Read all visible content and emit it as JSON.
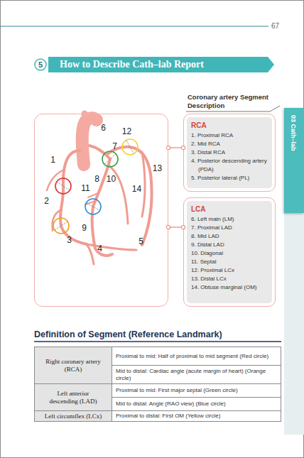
{
  "diagram": {
    "nodes": [
      {
        "text": [
          "5"
        ]
      },
      {
        "text": [
          "How to Describe Cath–lab Report"
        ]
      },
      {
        "text": [
          "03 Cath–lab"
        ]
      },
      {
        "text": [
          "1",
          "2",
          "3",
          "4",
          "5",
          "6",
          "7",
          "8",
          "9",
          "10",
          "11",
          "12",
          "13",
          "14"
        ]
      },
      {
        "text": [
          "RCA",
          "1. Proximal RCA",
          "2. Mid RCA",
          "3. Distal RCA",
          "4. Posterior descending artery (PDA)",
          "5. Posterior lateral (PL)"
        ]
      },
      {
        "text": [
          "LCA",
          "6. Left main (LM)",
          "7. Proximal LAD",
          "8. Mid LAD",
          "9. Distal LAD",
          "10. Diagonal",
          "11. Septal",
          "12. Proximal LCx",
          "13. Distal LCx",
          "14. Obtuse marginal (OM)"
        ]
      }
    ],
    "edges": [
      {
        "from": 3,
        "to": 4,
        "arrow": "none"
      },
      {
        "from": 3,
        "to": 5,
        "arrow": "none"
      }
    ],
    "labels": [
      "67",
      "Coronary artery Segment Description",
      "Definition of Segment (Reference Landmark)",
      "Right coronary artery (RCA)",
      "Proximal to mid: Half of proximal to mid segment (Red circle)",
      "Mid to distal: Cardiac angle (acute margin of heart) (Orange circle)",
      "Left anterior descending (LAD)",
      "Proximal to mid: First major septal (Green circle)",
      "Mid to distal: Angle (RAO view) (Blue circle)",
      "Left circumflex (LCx)",
      "Proximal to distal: First OM (Yellow circle)"
    ]
  }
}
